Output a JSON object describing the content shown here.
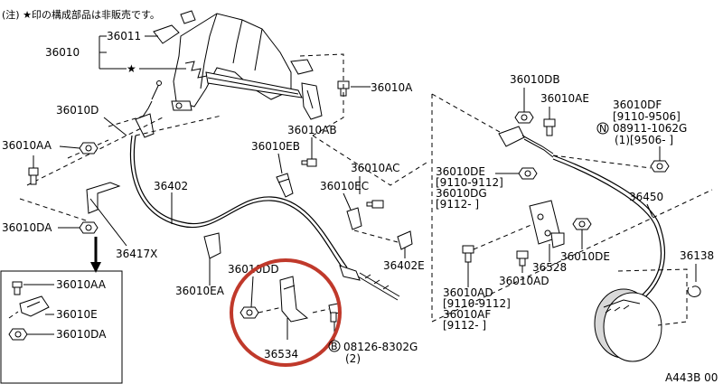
{
  "header_note": "(注) ★印の構成部品は非販売です。",
  "labels": {
    "p36011": "36011",
    "p36010": "36010",
    "star": "★",
    "p36010A": "36010A",
    "p36010D": "36010D",
    "p36010AA": "36010AA",
    "p36010DA": "36010DA",
    "p36417X": "36417X",
    "p36402": "36402",
    "p36010AB": "36010AB",
    "p36010EB": "36010EB",
    "p36010AC": "36010AC",
    "p36010EC": "36010EC",
    "p36402E": "36402E",
    "p36010EA": "36010EA",
    "p36010DD": "36010DD",
    "p36534": "36534",
    "p08126_circle": "B",
    "p08126": "08126-8302G",
    "p08126_qty": "(2)",
    "p36010DB": "36010DB",
    "p36010AE": "36010AE",
    "p36010DF": "36010DF",
    "p36010DF_range": "[9110-9506]",
    "p08911_circle": "N",
    "p08911": "08911-1062G",
    "p08911_range": "(1)[9506-    ]",
    "p36010DE_a": "36010DE",
    "p36010DE_a_range": "[9110-9112]",
    "p36010DG": "36010DG",
    "p36010DG_range": "[9112-      ]",
    "p36450": "36450",
    "p36010DE_b": "36010DE",
    "p36528": "36528",
    "p36010AD_b": "36010AD",
    "p36138": "36138",
    "p36010AD_a": "36010AD",
    "p36010AD_a_range": "[9110-9112]",
    "p36010AF": "36010AF",
    "p36010AF_range": "[9112-      ]",
    "inset_36010AA": "36010AA",
    "inset_36010E": "36010E",
    "inset_36010DA": "36010DA",
    "diagram_code": "A443B 00"
  }
}
